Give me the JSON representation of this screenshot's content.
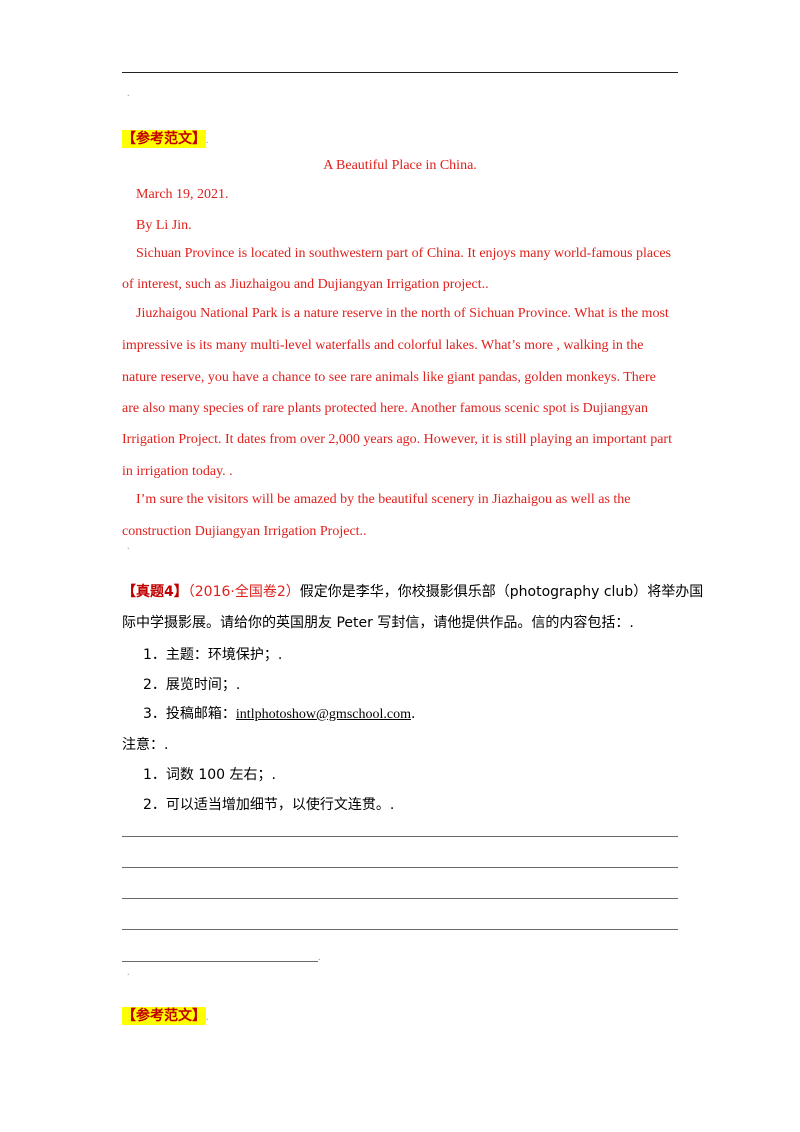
{
  "mark": ".",
  "ref_label": "【参考范文】",
  "essay": {
    "title": "A Beautiful Place in China.",
    "date": "March 19, 2021.",
    "author": "By Li Jin.",
    "lines": [
      "Sichuan Province is located in southwestern part of China. It enjoys many world-famous places",
      "of interest, such as Jiuzhaigou and Dujiangyan Irrigation project..",
      "Jiuzhaigou National Park is a nature reserve in the north of Sichuan Province. What is the most",
      "impressive is its many multi-level waterfalls and colorful lakes. What’s more , walking in the",
      "nature reserve, you have a chance to see rare animals like giant pandas, golden monkeys. There",
      "are also many species of rare plants protected here. Another famous scenic spot is Dujiangyan",
      "Irrigation Project. It dates from over 2,000 years ago. However, it is still playing an important part",
      "in irrigation today.  .",
      "I’m sure the visitors will be amazed by the beautiful scenery in Jiazhaigou as well as the",
      "construction Dujiangyan Irrigation Project.."
    ]
  },
  "question": {
    "label": "【真题4】",
    "source": "（2016·全国卷2）",
    "line1": "假定你是李华，你校摄影俱乐部（photography club）将举办国",
    "line2": "际中学摄影展。请给你的英国朋友 Peter 写封信，请他提供作品。信的内容包括：.",
    "items": [
      "1．主题：环境保护；.",
      "2．展览时间；.",
      "3．投稿邮箱："
    ],
    "email": "intlphotoshow@gmschool.com",
    "email_tail": ".",
    "note_label": "注意：.",
    "notes": [
      "1．词数 100 左右；.",
      "2．可以适当增加细节，以使行文连贯。."
    ]
  },
  "answer_end_mark": "."
}
